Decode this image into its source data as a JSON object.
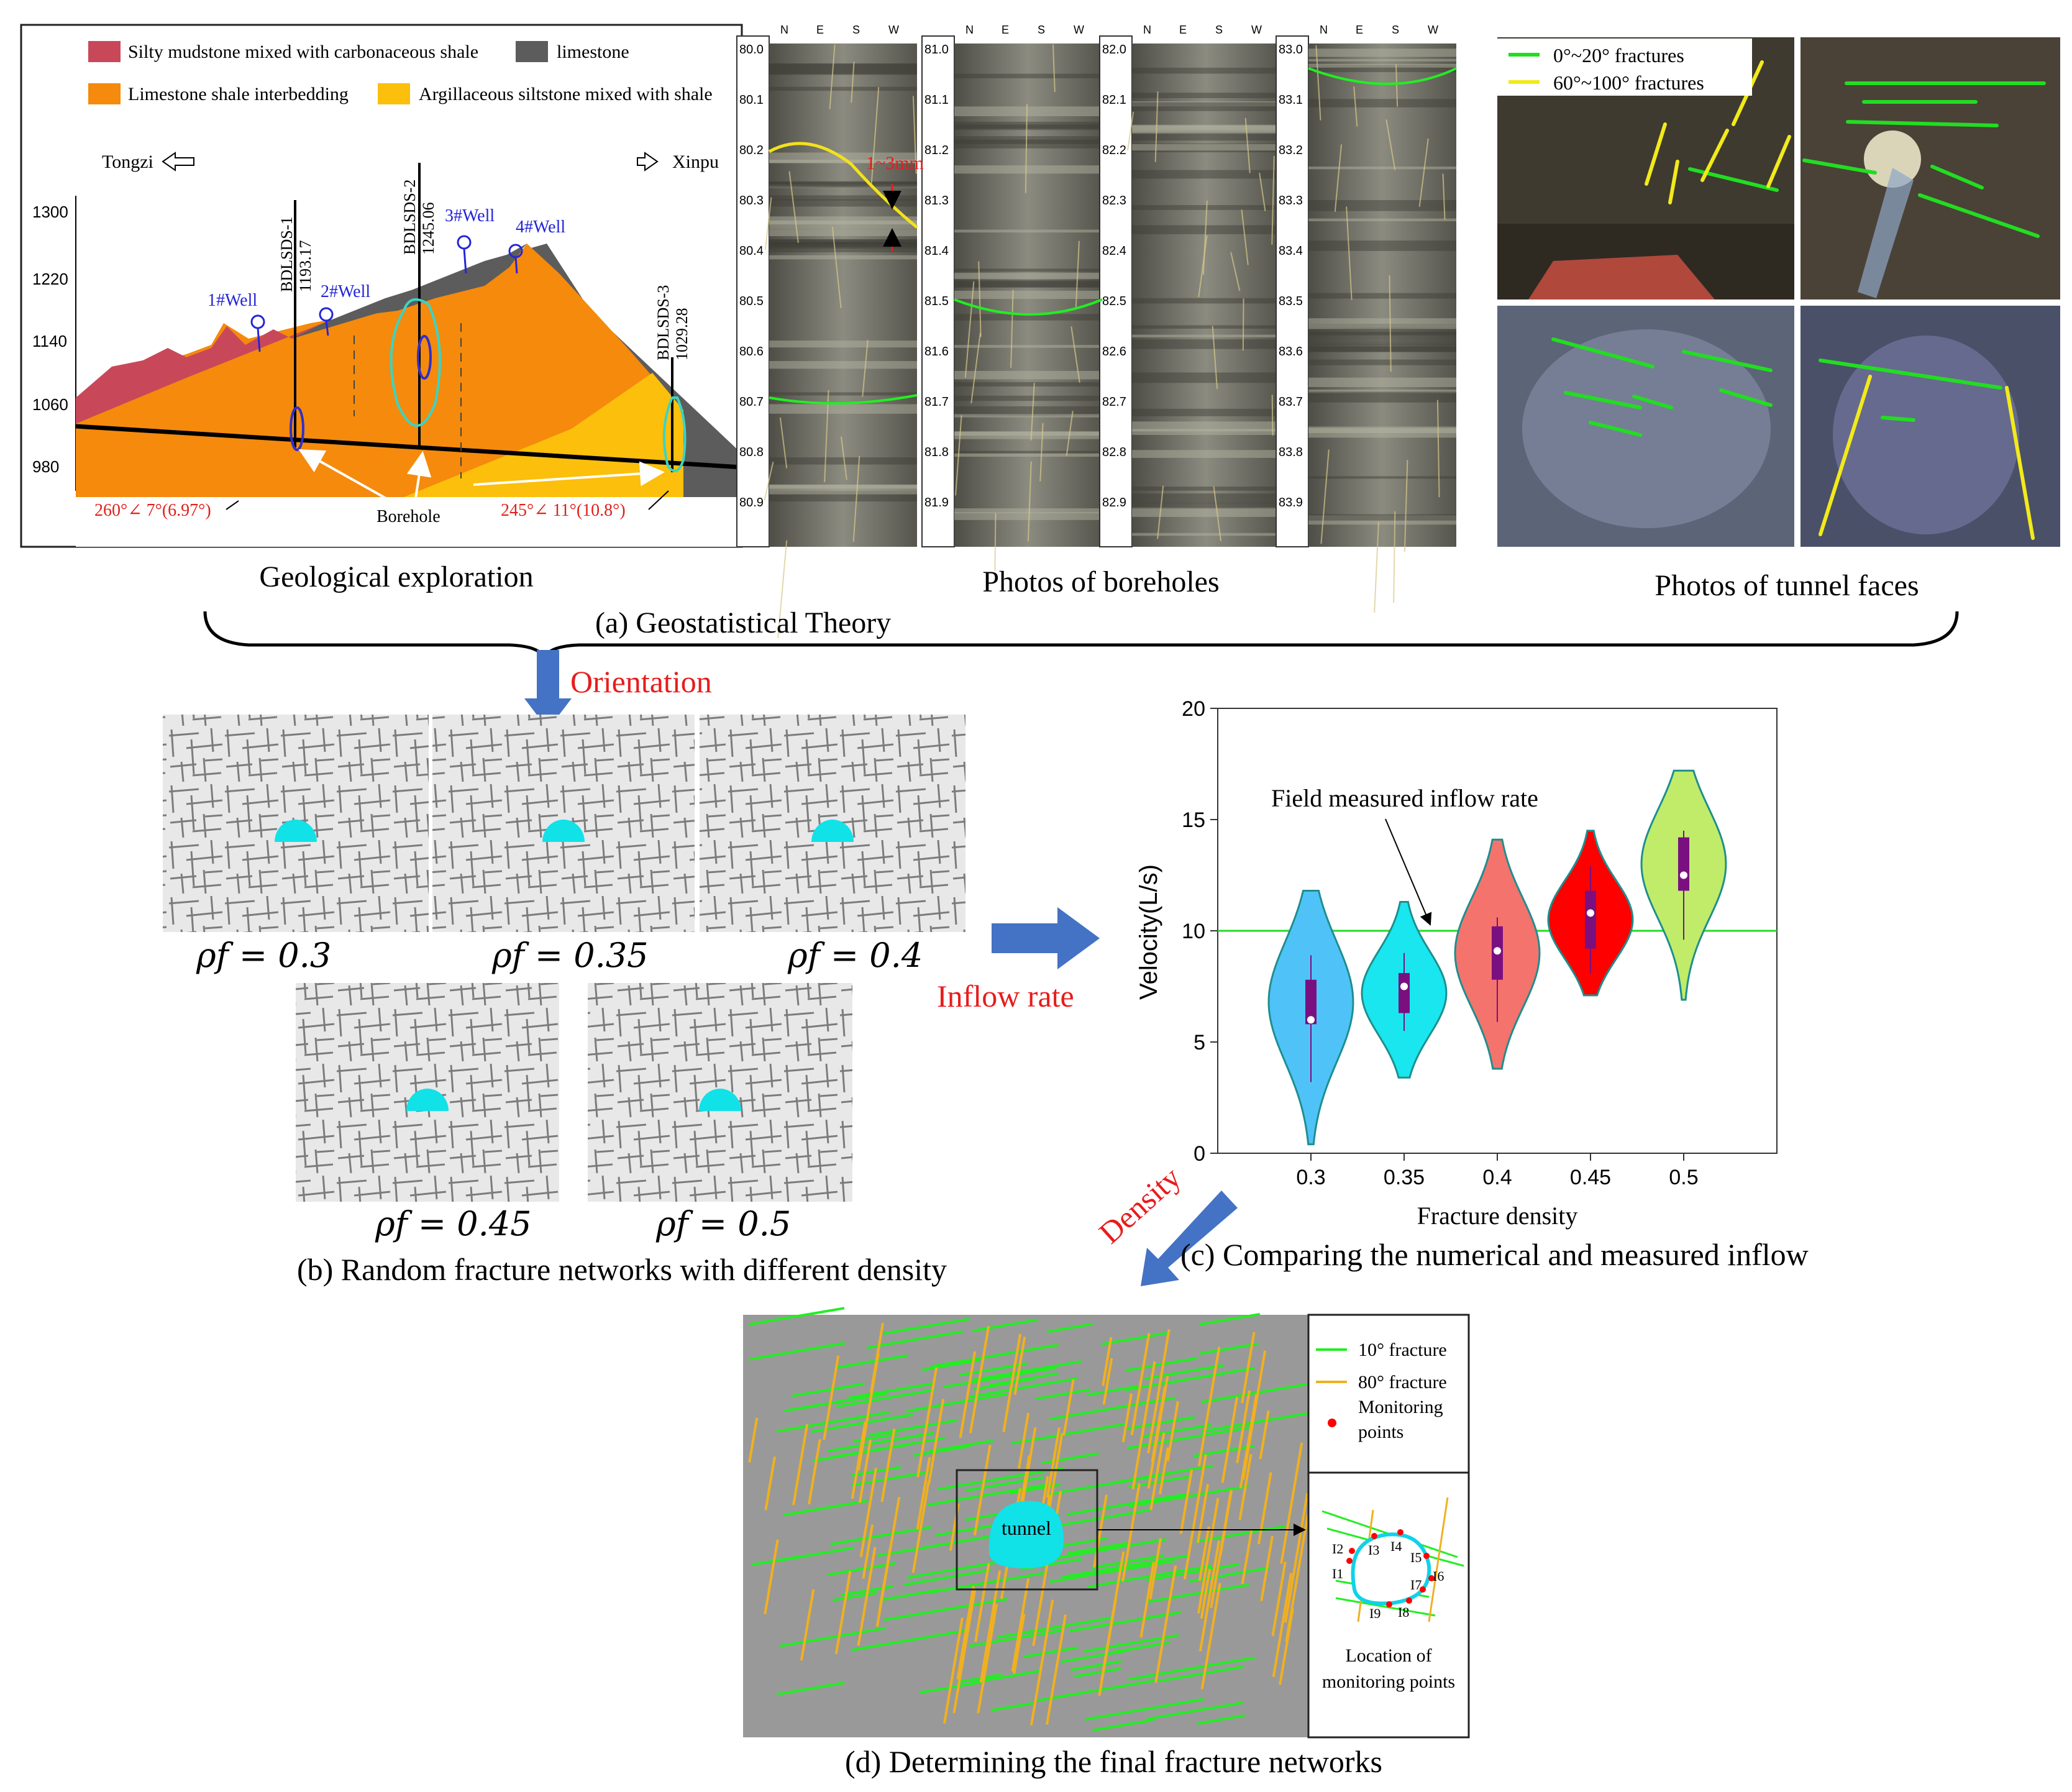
{
  "panel_a": {
    "caption": "(a)  Geostatistical Theory",
    "geology": {
      "caption": "Geological exploration",
      "legend": [
        {
          "label": "Silty mudstone mixed with carbonaceous shale",
          "color": "#c8485a"
        },
        {
          "label": "limestone",
          "color": "#5c5c5c"
        },
        {
          "label": "Limestone shale interbedding",
          "color": "#f58a0c"
        },
        {
          "label": "Argillaceous siltstone mixed with shale",
          "color": "#fbbf0c"
        }
      ],
      "left_dir": "Tongzi",
      "right_dir": "Xinpu",
      "elevation_ticks": [
        "1300",
        "1220",
        "1140",
        "1060",
        "980"
      ],
      "wells": [
        "1#Well",
        "2#Well",
        "3#Well",
        "4#Well"
      ],
      "boreholes": [
        {
          "name": "BDLSDS-1",
          "elev": "1193.17"
        },
        {
          "name": "BDLSDS-2",
          "elev": "1245.06"
        },
        {
          "name": "BDLSDS-3",
          "elev": "1029.28"
        }
      ],
      "dip_left": "260°∠ 7°(6.97°)",
      "dip_right": "245°∠ 11°(10.8°)",
      "borehole_label": "Borehole"
    },
    "boreholes_photos": {
      "caption": "Photos of boreholes",
      "compass": [
        "N",
        "E",
        "S",
        "W"
      ],
      "columns": [
        [
          "80.0",
          "80.1",
          "80.2",
          "80.3",
          "80.4",
          "80.5",
          "80.6",
          "80.7",
          "80.8",
          "80.9"
        ],
        [
          "81.0",
          "81.1",
          "81.2",
          "81.3",
          "81.4",
          "81.5",
          "81.6",
          "81.7",
          "81.8",
          "81.9"
        ],
        [
          "82.0",
          "82.1",
          "82.2",
          "82.3",
          "82.4",
          "82.5",
          "82.6",
          "82.7",
          "82.8",
          "82.9"
        ],
        [
          "83.0",
          "83.1",
          "83.2",
          "83.3",
          "83.4",
          "83.5",
          "83.6",
          "83.7",
          "83.8",
          "83.9"
        ]
      ],
      "aperture_label": "1~3mm"
    },
    "tunnel_faces": {
      "caption": "Photos of tunnel faces",
      "legend": [
        {
          "label": "0°~20° fractures",
          "color": "#22dd22"
        },
        {
          "label": "60°~100° fractures",
          "color": "#f2ea1a"
        }
      ]
    }
  },
  "arrows": {
    "orientation": "Orientation",
    "inflow_rate": "Inflow rate",
    "density": "Density"
  },
  "panel_b": {
    "caption": "(b)  Random fracture networks with different density",
    "densities": [
      "ρf = 0.3",
      "ρf = 0.35",
      "ρf = 0.4",
      "ρf = 0.45",
      "ρf = 0.5"
    ]
  },
  "panel_c": {
    "caption": "(c)  Comparing the numerical and measured inflow",
    "annotation": "Field measured inflow rate"
  },
  "chart_data": {
    "type": "violin",
    "xlabel": "Fracture density",
    "ylabel": "Velocity(L/s)",
    "ylim": [
      0,
      20
    ],
    "yticks": [
      0,
      5,
      10,
      15,
      20
    ],
    "categories": [
      "0.3",
      "0.35",
      "0.4",
      "0.45",
      "0.5"
    ],
    "field_measured_inflow": 10,
    "violins": [
      {
        "category": "0.3",
        "color": "#4fc3f7",
        "min": 0.4,
        "max": 11.8,
        "q1": 5.8,
        "q3": 7.8,
        "median": 6.0,
        "whisker_low": 3.2,
        "whisker_high": 8.9
      },
      {
        "category": "0.35",
        "color": "#19e6ee",
        "min": 3.4,
        "max": 11.3,
        "q1": 6.3,
        "q3": 8.1,
        "median": 7.5,
        "whisker_low": 5.5,
        "whisker_high": 9.0
      },
      {
        "category": "0.4",
        "color": "#f4736c",
        "min": 3.8,
        "max": 14.1,
        "q1": 7.8,
        "q3": 10.2,
        "median": 9.1,
        "whisker_low": 5.9,
        "whisker_high": 10.6
      },
      {
        "category": "0.45",
        "color": "#ff0000",
        "min": 7.1,
        "max": 14.5,
        "q1": 9.2,
        "q3": 11.8,
        "median": 10.8,
        "whisker_low": 8.1,
        "whisker_high": 12.9
      },
      {
        "category": "0.5",
        "color": "#c0ec6a",
        "min": 6.9,
        "max": 17.2,
        "q1": 11.8,
        "q3": 14.2,
        "median": 12.5,
        "whisker_low": 9.6,
        "whisker_high": 14.5
      }
    ]
  },
  "panel_d": {
    "caption": "(d)  Determining the final fracture networks",
    "tunnel_label": "tunnel",
    "legend": [
      {
        "label": "10° fracture",
        "color": "#22ee22"
      },
      {
        "label": "80° fracture",
        "color": "#f0b020"
      },
      {
        "label": "Monitoring points",
        "color": "#ff0000"
      }
    ],
    "monitoring_points": [
      "I1",
      "I2",
      "I3",
      "I4",
      "I5",
      "I6",
      "I7",
      "I8",
      "I9"
    ],
    "inset_caption": "Location of monitoring points"
  }
}
